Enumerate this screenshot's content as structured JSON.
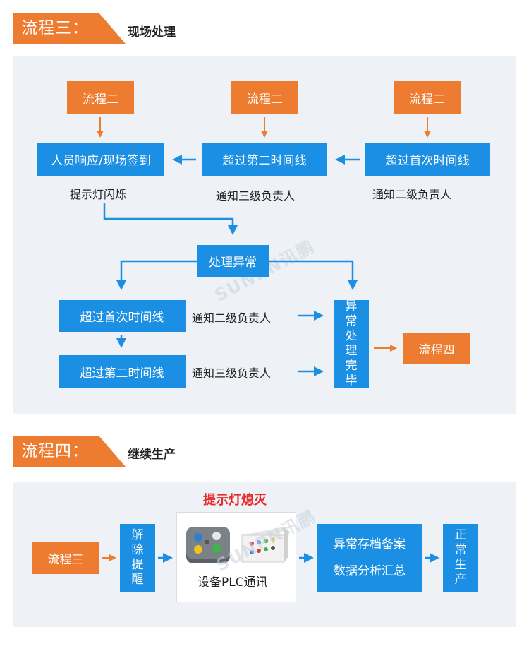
{
  "section3": {
    "tag": "流程三：",
    "name": "现场处理",
    "top_row": {
      "box1": "流程二",
      "box2": "流程二",
      "box3": "流程二"
    },
    "mid_row": {
      "box1": "人员响应/现场签到",
      "box2": "超过第二时间线",
      "box3": "超过首次时间线"
    },
    "mid_labels": {
      "label1": "提示灯闪烁",
      "label2": "通知三级负责人",
      "label3": "通知二级负责人"
    },
    "process_box": "处理异常",
    "left_box1": "超过首次时间线",
    "left_box2": "超过第二时间线",
    "left_label1": "通知二级负责人",
    "left_label2": "通知三级负责人",
    "done_box": [
      "异",
      "常",
      "处",
      "理",
      "完",
      "毕"
    ],
    "next_box": "流程四",
    "watermark": "SUNPN讯鹏"
  },
  "section4": {
    "tag": "流程四：",
    "name": "继续生产",
    "red_title": "提示灯熄灭",
    "start_box": "流程三",
    "release_box": [
      "解",
      "除",
      "提",
      "醒"
    ],
    "device_label": "设备PLC通讯",
    "archive_line1": "异常存档备案",
    "archive_line2": "数据分析汇总",
    "normal_box": [
      "正",
      "常",
      "生",
      "产"
    ],
    "watermark": "SUNPN讯鹏"
  },
  "colors": {
    "orange": "#ee7c30",
    "blue": "#1a8fe3",
    "panel": "#eef1f5",
    "red": "#e52b2b"
  }
}
